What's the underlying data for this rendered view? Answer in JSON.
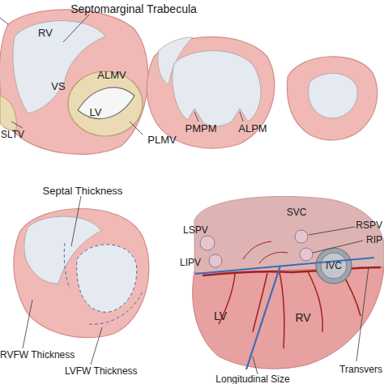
{
  "diagram": {
    "labels": [
      "Septomarginal Trabecula",
      "RV",
      "ALMV",
      "VS",
      "LV",
      "SLTV",
      "PLMV",
      "PMPM",
      "ALPM",
      "Septal Thickness",
      "LSPV",
      "SVC",
      "RSPV",
      "RIP",
      "LIPV",
      "IVC",
      "RVFW Thickness",
      "LVFW Thickness",
      "LV",
      "RV",
      "Transvers",
      "Longitudinal Size"
    ]
  }
}
